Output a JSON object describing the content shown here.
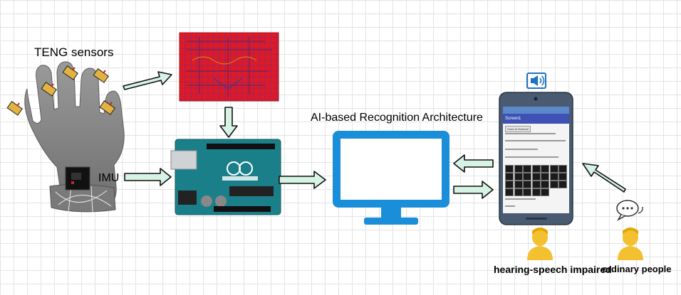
{
  "labels": {
    "teng_sensors": "TENG sensors",
    "imu": "IMU",
    "ai_architecture": "AI-based Recognition Architecture",
    "hearing_speech": "hearing-speech impaired",
    "ordinary_people": "ordinary people"
  },
  "phone": {
    "screen_title": "Screen1",
    "btn_connect": "Conn to Screen2",
    "tile_rows": 4,
    "tile_cols": 7
  },
  "colors": {
    "arrow_fill": "#d6f3e6",
    "arrow_stroke": "#111111",
    "monitor": "#1a8ed8",
    "pcb": "#e01a22",
    "arduino": "#1b7f8a",
    "glove": "#8c8c8c",
    "person": "#f3c12f",
    "phone_frame": "#4a5a70"
  },
  "icons": [
    "glove-icon",
    "pcb-icon",
    "arduino-icon",
    "monitor-icon",
    "smartphone-icon",
    "speaker-icon",
    "speech-bubble-icon",
    "person-icon"
  ]
}
